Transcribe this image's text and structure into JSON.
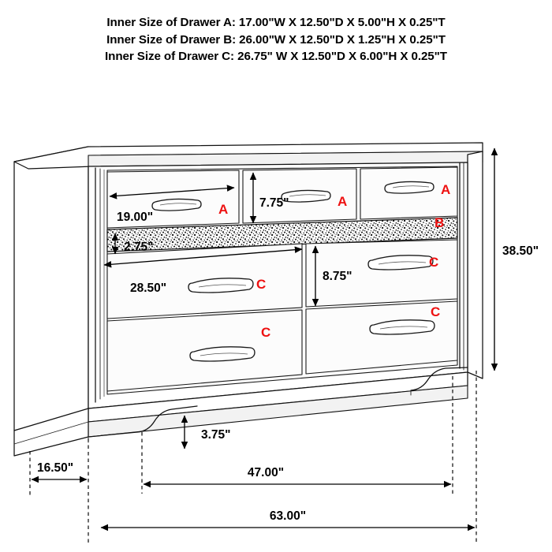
{
  "page": {
    "title": "Dresser Dimension Diagram",
    "background_color": "#ffffff",
    "label_color": "#ee1111",
    "line_color": "#111111"
  },
  "specs": {
    "lines": [
      "Inner Size of Drawer A: 17.00\"W X 12.50\"D X 5.00\"H X 0.25\"T",
      "Inner Size of Drawer B: 26.00\"W X 12.50\"D X 1.25\"H X 0.25\"T",
      "Inner Size of Drawer C: 26.75\" W X 12.50\"D X 6.00\"H X 0.25\"T"
    ],
    "drawer_a": {
      "name": "Inner Size of Drawer A",
      "width": "17.00\"W",
      "depth": "12.50\"D",
      "height": "5.00\"H",
      "thickness": "0.25\"T"
    },
    "drawer_b": {
      "name": "Inner Size of Drawer B",
      "width": "26.00\"W",
      "depth": "12.50\"D",
      "height": "1.25\"H",
      "thickness": "0.25\"T"
    },
    "drawer_c": {
      "name": "Inner Size of Drawer C",
      "width": "26.75\" W",
      "depth": "12.50\"D",
      "height": "6.00\"H",
      "thickness": "0.25\"T"
    }
  },
  "dimensions": {
    "drawer_a_width": "19.00\"",
    "drawer_a_height": "7.75\"",
    "glitter_band_height": "2.75\"",
    "drawer_c_width": "28.50\"",
    "drawer_c_height": "8.75\"",
    "overall_height": "38.50\"",
    "base_clearance": "3.75\"",
    "side_depth": "16.50\"",
    "front_width": "47.00\"",
    "overall_width": "63.00\""
  },
  "drawer_labels": {
    "a_top_left": "A",
    "a_top_middle": "A",
    "a_top_right": "A",
    "b_band": "B",
    "c_mid_left": "C",
    "c_mid_right": "C",
    "c_low_left": "C",
    "c_low_right": "C"
  },
  "chart_data": {
    "type": "table",
    "title": "Dresser Inner Drawer Sizes and Exterior Dimensions",
    "categories": [
      "Drawer A",
      "Drawer B",
      "Drawer C"
    ],
    "inner_sizes": [
      {
        "drawer": "A",
        "W": 17.0,
        "D": 12.5,
        "H": 5.0,
        "T": 0.25,
        "unit": "in"
      },
      {
        "drawer": "B",
        "W": 26.0,
        "D": 12.5,
        "H": 1.25,
        "T": 0.25,
        "unit": "in"
      },
      {
        "drawer": "C",
        "W": 26.75,
        "D": 12.5,
        "H": 6.0,
        "T": 0.25,
        "unit": "in"
      }
    ],
    "exterior_callouts": [
      {
        "label": "19.00\"",
        "value": 19.0,
        "unit": "in",
        "measures": "top-left drawer A face width"
      },
      {
        "label": "7.75\"",
        "value": 7.75,
        "unit": "in",
        "measures": "top drawer A face height"
      },
      {
        "label": "2.75\"",
        "value": 2.75,
        "unit": "in",
        "measures": "glitter band B height"
      },
      {
        "label": "28.50\"",
        "value": 28.5,
        "unit": "in",
        "measures": "lower drawer C face width"
      },
      {
        "label": "8.75\"",
        "value": 8.75,
        "unit": "in",
        "measures": "lower drawer C face height"
      },
      {
        "label": "38.50\"",
        "value": 38.5,
        "unit": "in",
        "measures": "overall cabinet height"
      },
      {
        "label": "3.75\"",
        "value": 3.75,
        "unit": "in",
        "measures": "base apron clearance"
      },
      {
        "label": "16.50\"",
        "value": 16.5,
        "unit": "in",
        "measures": "side panel depth"
      },
      {
        "label": "47.00\"",
        "value": 47.0,
        "unit": "in",
        "measures": "front face width"
      },
      {
        "label": "63.00\"",
        "value": 63.0,
        "unit": "in",
        "measures": "overall width"
      }
    ],
    "drawer_layout": {
      "top_row": [
        "A",
        "A",
        "A"
      ],
      "accent_band": [
        "B"
      ],
      "middle_row": [
        "C",
        "C"
      ],
      "bottom_row": [
        "C",
        "C"
      ]
    }
  }
}
